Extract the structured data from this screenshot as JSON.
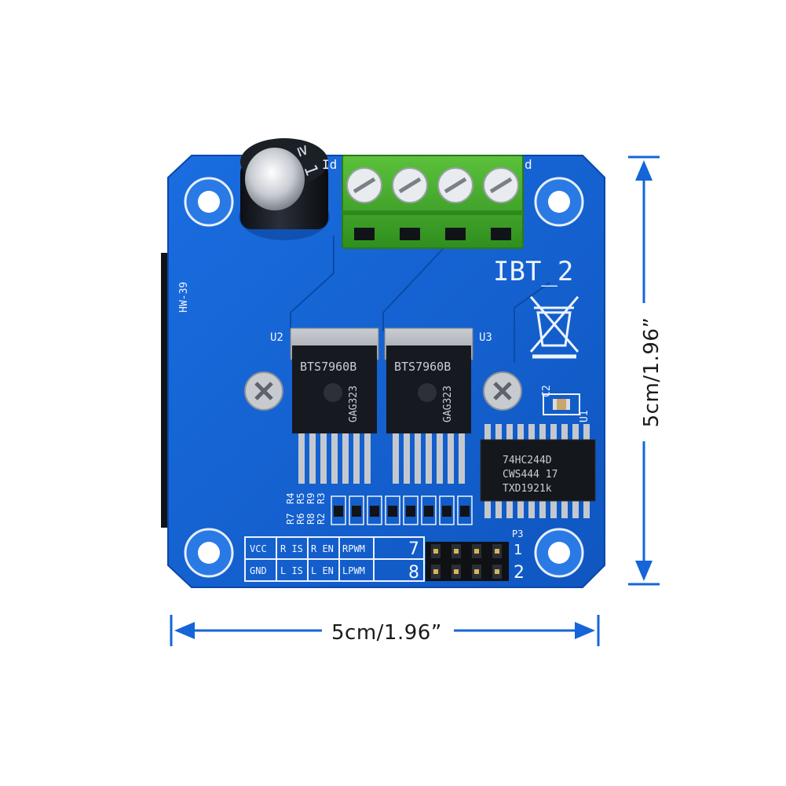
{
  "dimensions": {
    "width_label": "5cm/1.96”",
    "height_label": "5cm/1.96”"
  },
  "board": {
    "model": "IBT_2",
    "board_code": "HW-39",
    "pcb_color": "#1565d8",
    "terminal_color": "#43b02a",
    "terminal_screw_count": 4,
    "terminal_left_label": "Id",
    "terminal_right_label": "d",
    "capacitor_marking": "≥ 1",
    "refs": {
      "u2": "U2",
      "u3": "U3",
      "u1": "U1",
      "c2": "C2",
      "p3": "P3",
      "resistors_left": [
        "R7",
        "R6",
        "R8",
        "R2"
      ],
      "resistors_right": [
        "R4",
        "R5",
        "R9",
        "R3"
      ]
    },
    "driver_chips": [
      {
        "marking": "BTS7960B",
        "code": "GAG323"
      },
      {
        "marking": "BTS7960B",
        "code": "GAG323"
      }
    ],
    "logic_chip": {
      "line1": "74HC244D",
      "line2": "CWS444   17",
      "line3": "TXD1921k"
    },
    "pin_table": {
      "row1": [
        "VCC",
        "R IS",
        "R EN",
        "RPWM"
      ],
      "row2": [
        "GND",
        "L IS",
        "L EN",
        "LPWM"
      ]
    },
    "header_numbers": {
      "n7": "7",
      "n8": "8",
      "n1": "1",
      "n2": "2"
    }
  }
}
